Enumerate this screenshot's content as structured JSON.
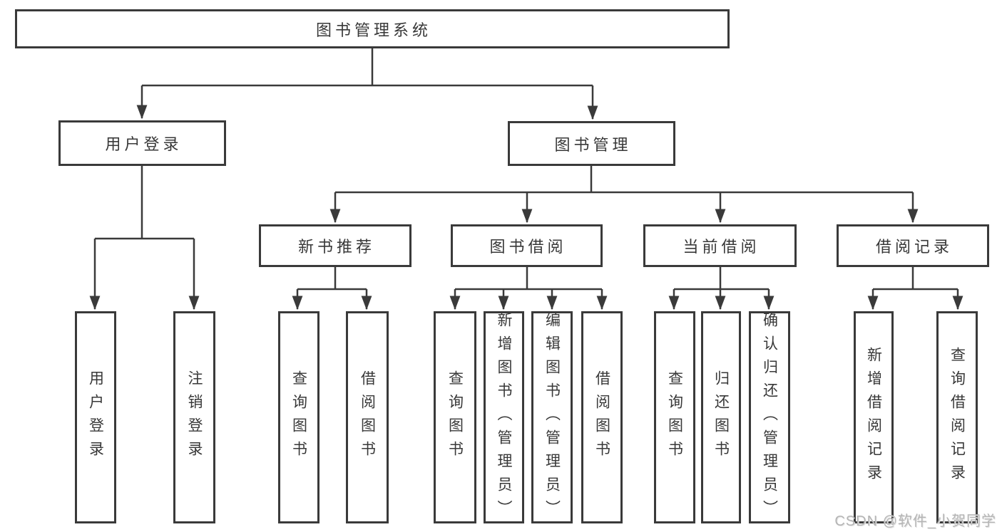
{
  "diagram_title": "图书管理系统",
  "watermark": "CSDN @软件_小贺同学",
  "colors": {
    "line": "#3a3a3a",
    "text": "#383838",
    "background": "#ffffff",
    "watermark": "#b5b5b5"
  },
  "nodes": {
    "root": {
      "label": "图书管理系统"
    },
    "user_login": {
      "label": "用户登录"
    },
    "book_mgmt": {
      "label": "图书管理"
    },
    "new_book_rec": {
      "label": "新书推荐"
    },
    "book_borrow": {
      "label": "图书借阅"
    },
    "current_borrow": {
      "label": "当前借阅"
    },
    "borrow_record": {
      "label": "借阅记录"
    },
    "leaf_user_login": {
      "label": "用户登录"
    },
    "leaf_logout": {
      "label": "注销登录"
    },
    "leaf_query_book_1": {
      "label": "查询图书"
    },
    "leaf_borrow_book_1": {
      "label": "借阅图书"
    },
    "leaf_query_book_2": {
      "label": "查询图书"
    },
    "leaf_add_book": {
      "label": "新增图书（管理员）"
    },
    "leaf_edit_book": {
      "label": "编辑图书（管理员）"
    },
    "leaf_borrow_book_2": {
      "label": "借阅图书"
    },
    "leaf_query_book_3": {
      "label": "查询图书"
    },
    "leaf_return_book": {
      "label": "归还图书"
    },
    "leaf_confirm_return": {
      "label": "确认归还（管理员）"
    },
    "leaf_add_record": {
      "label": "新增借阅记录"
    },
    "leaf_query_record": {
      "label": "查询借阅记录"
    }
  },
  "hierarchy": {
    "图书管理系统": {
      "用户登录": [
        "用户登录",
        "注销登录"
      ],
      "图书管理": {
        "新书推荐": [
          "查询图书",
          "借阅图书"
        ],
        "图书借阅": [
          "查询图书",
          "新增图书（管理员）",
          "编辑图书（管理员）",
          "借阅图书"
        ],
        "当前借阅": [
          "查询图书",
          "归还图书",
          "确认归还（管理员）"
        ],
        "借阅记录": [
          "新增借阅记录",
          "查询借阅记录"
        ]
      }
    }
  }
}
